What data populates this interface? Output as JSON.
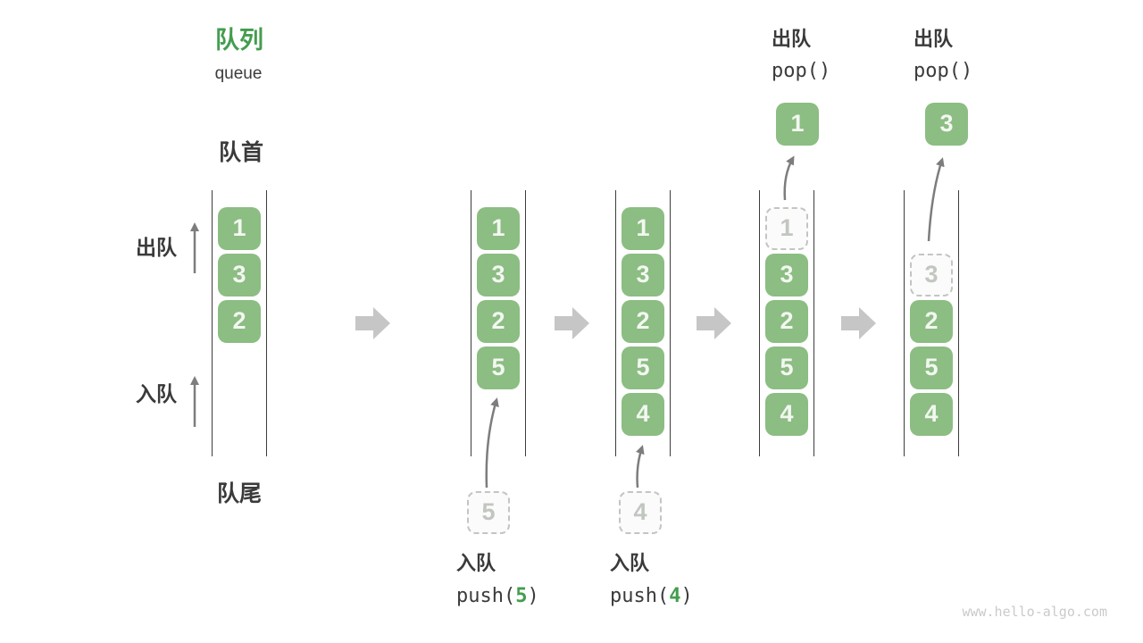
{
  "title": {
    "zh": "队列",
    "en": "queue"
  },
  "side_labels": {
    "front": "队首",
    "rear": "队尾",
    "dequeue": "出队",
    "enqueue": "入队"
  },
  "ops": {
    "pop_a": {
      "label": "出队",
      "code": "pop()"
    },
    "pop_b": {
      "label": "出队",
      "code": "pop()"
    },
    "push_5": {
      "label": "入队",
      "code_pre": "push(",
      "arg": "5",
      "code_post": ")"
    },
    "push_4": {
      "label": "入队",
      "code_pre": "push(",
      "arg": "4",
      "code_post": ")"
    }
  },
  "queues": [
    {
      "cells": [
        {
          "v": "1"
        },
        {
          "v": "3"
        },
        {
          "v": "2"
        }
      ]
    },
    {
      "cells": [
        {
          "v": "1"
        },
        {
          "v": "3"
        },
        {
          "v": "2"
        },
        {
          "v": "5"
        }
      ],
      "incoming": "5"
    },
    {
      "cells": [
        {
          "v": "1"
        },
        {
          "v": "3"
        },
        {
          "v": "2"
        },
        {
          "v": "5"
        },
        {
          "v": "4"
        }
      ],
      "incoming": "4"
    },
    {
      "cells": [
        {
          "v": "1",
          "state": "ghost"
        },
        {
          "v": "3"
        },
        {
          "v": "2"
        },
        {
          "v": "5"
        },
        {
          "v": "4"
        }
      ],
      "popped": "1"
    },
    {
      "cells": [
        {
          "v": "3",
          "state": "ghost"
        },
        {
          "v": "2"
        },
        {
          "v": "5"
        },
        {
          "v": "4"
        }
      ],
      "popped": "3"
    }
  ],
  "watermark": "www.hello-algo.com",
  "colors": {
    "box_green": "#8cbd83",
    "accent_green": "#449d4f",
    "transition_arrow": "#c6c6c6",
    "thin_arrow": "#7d7d7d",
    "queue_line": "#3d3d3d",
    "ghost_gray": "#c3c5c2"
  }
}
